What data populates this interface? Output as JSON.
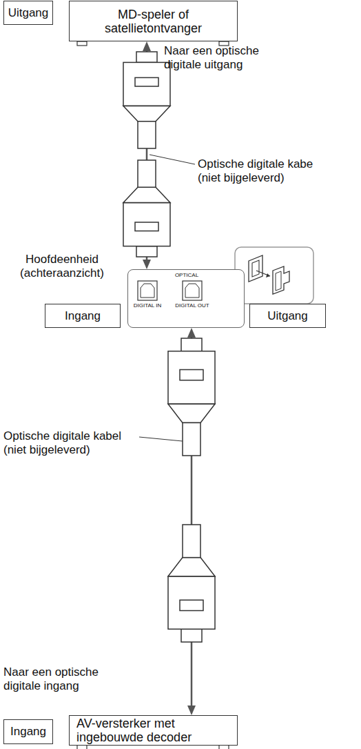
{
  "diagram": {
    "nodes": [
      {
        "text": [
          "Uitgang"
        ]
      },
      {
        "text": [
          "MD-speler of satellietontvanger"
        ]
      },
      {
        "text": [
          "OPTICAL",
          "DIGITAL IN",
          "DIGITAL OUT"
        ]
      },
      {
        "text": [
          "Ingang"
        ]
      },
      {
        "text": [
          "Uitgang"
        ]
      },
      {
        "text": [
          "Ingang"
        ]
      },
      {
        "text": [
          "AV-versterker met ingebouwde decoder"
        ]
      }
    ],
    "edges": [
      {
        "from": 1,
        "to": 2,
        "arrow": "both",
        "label": "Optische digitale kabe (niet bijgeleverd)"
      },
      {
        "from": 2,
        "to": 6,
        "arrow": "both",
        "label": "Optische digitale kabel (niet bijgeleverd)"
      }
    ],
    "labels": [
      "Naar een optische digitale uitgang",
      "Hoofdeenheid (achteraanzicht)",
      "Naar een optische digitale ingang"
    ]
  }
}
